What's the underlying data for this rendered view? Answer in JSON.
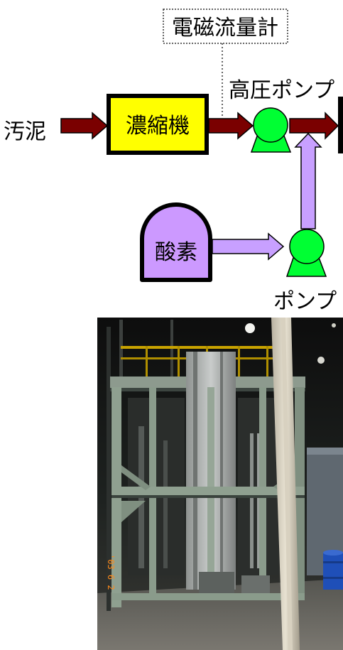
{
  "diagram": {
    "meter_label": "電磁流量計",
    "sludge_label": "汚泥",
    "thickener_label": "濃縮機",
    "high_pressure_pump_label": "高圧ポンプ",
    "oxygen_label": "酸素",
    "pump_label": "ポンプ"
  },
  "colors": {
    "pipe": "#7a0000",
    "thickener_fill": "#ffff00",
    "pump_fill": "#00ff33",
    "oxygen_fill": "#cc99ff",
    "oxygen_pipe": "#c8a0ff"
  },
  "photo": {
    "date_stamp": "'03 6 2"
  }
}
